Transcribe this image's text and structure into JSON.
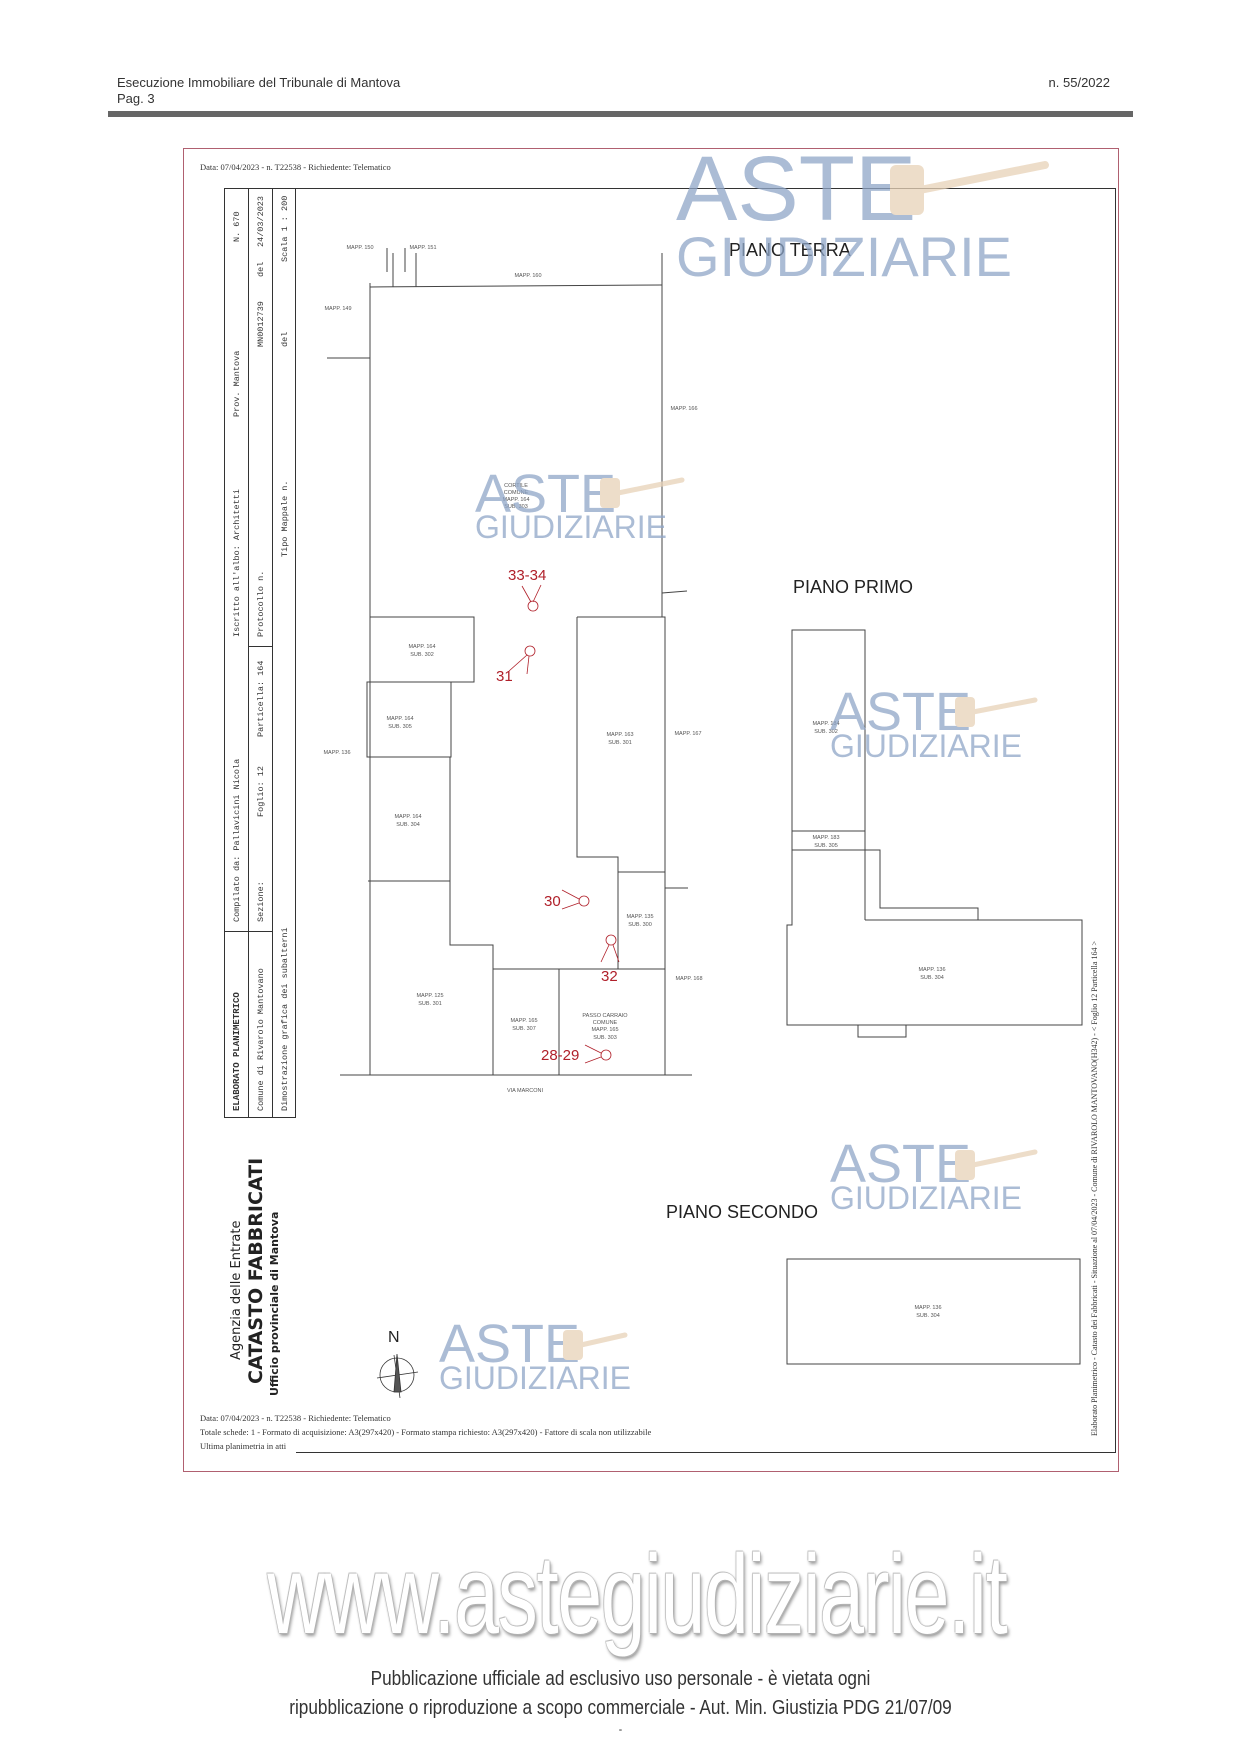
{
  "header": {
    "title": "Esecuzione Immobiliare del Tribunale di Mantova",
    "page": "Pag. 3",
    "case_number": "n. 55/2022"
  },
  "document": {
    "top_caption": "Data: 07/04/2023 - n. T22538 - Richiedente: Telematico",
    "title_block": {
      "row1": [
        "ELABORATO PLANIMETRICO",
        "Compilato da: Pallavicini Nicola",
        "Iscritto all'albo: Architetti",
        "Prov. Mantova",
        "N. 670"
      ],
      "row2": [
        "Comune di Rivarolo Mantovano",
        "Sezione:",
        "Foglio: 12",
        "Particella: 164",
        "Protocollo n.",
        "MN0012739",
        "del",
        "24/03/2023"
      ],
      "row3": [
        "Dimostrazione grafica dei subalterni",
        "Tipo Mappale n.",
        "del",
        "Scala 1 : 200"
      ]
    },
    "agency": {
      "line1": "Agenzia delle Entrate",
      "line2": "CATASTO FABBRICATI",
      "line3": "Ufficio provinciale di  Mantova"
    },
    "side_caption": "Elaborato Planimetrico - Catasto dei Fabbricati - Situazione al 07/04/2023 - Comune di RIVAROLO MANTOVANO(H342) - < Foglio 12 Particella 164 >",
    "bottom_caption": [
      "Data: 07/04/2023 - n. T22538 - Richiedente: Telematico",
      "Totale schede: 1 - Formato di acquisizione: A3(297x420)  - Formato stampa richiesto: A3(297x420) - Fattore di scala non utilizzabile",
      "Ultima planimetria in atti"
    ],
    "north": "N",
    "floors": {
      "terra": "PIANO TERRA",
      "primo": "PIANO PRIMO",
      "secondo": "PIANO SECONDO"
    },
    "terra_labels": {
      "m150": "MAPP. 150",
      "m151": "MAPP. 151",
      "m160": "MAPP. 160",
      "m149": "MAPP. 149",
      "m166": "MAPP. 166",
      "m167": "MAPP. 167",
      "m136": "MAPP. 136",
      "m168": "MAPP. 168",
      "via": "VIA MARCONI",
      "cortile": [
        "CORTILE",
        "COMUNE",
        "MAPP. 164",
        "SUB. 303"
      ],
      "u302": [
        "MAPP. 164",
        "SUB. 302"
      ],
      "u305": [
        "MAPP. 164",
        "SUB. 305"
      ],
      "u304": [
        "MAPP. 164",
        "SUB. 304"
      ],
      "u125": [
        "MAPP. 125",
        "SUB. 301"
      ],
      "u163": [
        "MAPP. 163",
        "SUB. 301"
      ],
      "u135": [
        "MAPP. 135",
        "SUB. 300"
      ],
      "u165": [
        "MAPP. 165",
        "SUB. 307"
      ],
      "passo": [
        "PASSO CARRAIO",
        "COMUNE",
        "MAPP. 165",
        "SUB. 303"
      ]
    },
    "photo_points": [
      "33-34",
      "31",
      "30",
      "32",
      "28-29"
    ],
    "primo_labels": {
      "u184": [
        "MAPP. 184",
        "SUB. 302"
      ],
      "u183": [
        "MAPP. 183",
        "SUB. 305"
      ],
      "u136": [
        "MAPP. 136",
        "SUB. 304"
      ]
    },
    "secondo_labels": {
      "u136": [
        "MAPP. 136",
        "SUB. 304"
      ]
    }
  },
  "watermark": {
    "line1": "ASTE",
    "line2": "GIUDIZIARIE",
    "site": "www.astegiudiziarie.it"
  },
  "footer": {
    "line1": "Pubblicazione ufficiale ad esclusivo uso personale - è vietata ogni",
    "line2": "ripubblicazione o riproduzione a scopo commerciale - Aut. Min. Giustizia PDG 21/07/09",
    "line3": "-"
  },
  "colors": {
    "photo_marker": "#b0202a",
    "watermark_blue": "#8fa6c8",
    "watermark_gavel": "#e8d2b8",
    "frame": "#b06070"
  }
}
